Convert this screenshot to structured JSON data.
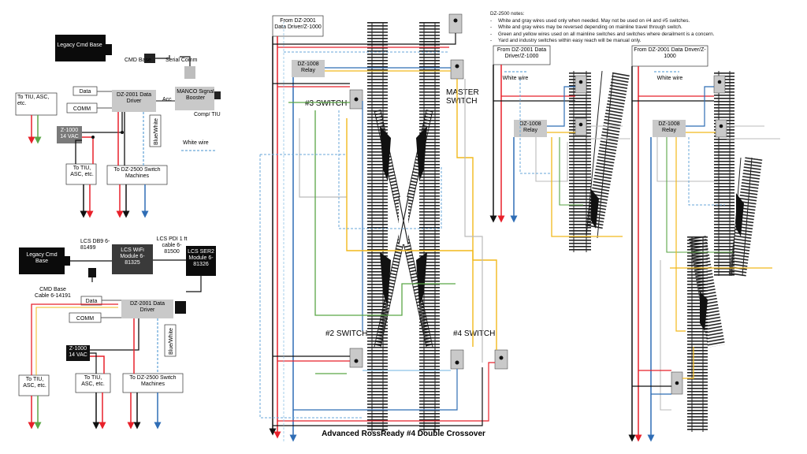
{
  "diagram": {
    "title": "Advanced RossReady #4 Double Crossover",
    "colors": {
      "red": "#e8202a",
      "black": "#111111",
      "blue": "#2f6db5",
      "green": "#5aa646",
      "yellow": "#f2b91c",
      "gray": "#b8b8b8",
      "white_dash": "#6aa7d8",
      "ltblue": "#8ec3e6"
    },
    "top_left": {
      "legacy_base": "Legacy Cmd Base",
      "cmd_base": "CMD Base",
      "serial_comm": "Serial Comm",
      "data": "Data",
      "comm": "COMM",
      "tiu_asc": "To TIU, ASC, etc.",
      "driver": "DZ-2001 Data Driver",
      "acc": "Acc",
      "booster": "MANCO Signal Booster",
      "comp_tiu": "Comp/ TIU",
      "z1000": "Z-1000 14 VAC",
      "blue_white": "Blue/White",
      "white_wire": "White wire",
      "tiu_asc_2": "To TIU, ASC, etc.",
      "dz2500": "To DZ-2500 Switch Machines"
    },
    "bottom_left": {
      "legacy_base": "Legacy Cmd Base",
      "lcs_db9": "LCS DB9 6-81499",
      "lcs_pdi": "LCS PDI 1 ft cable 6-81500",
      "wifi": "LCS WiFi Module 6-81325",
      "ser2": "LCS SER2 Module 6-81326",
      "cmd_base_cable": "CMD Base Cable 6-14191",
      "data": "Data",
      "comm": "COMM",
      "driver": "DZ-2001 Data Driver",
      "blue_white": "Blue/White",
      "z1000": "Z-1000 14 VAC",
      "tiu_asc": "To TIU, ASC, etc.",
      "tiu_asc_2": "To TIU, ASC, etc.",
      "dz2500": "To DZ-2500 Switch Machines"
    },
    "center": {
      "from": "From DZ-2001 Data Driver/Z-1000",
      "relay": "DZ-1008 Relay",
      "switch3": "#3 SWITCH",
      "master": "MASTER SWITCH",
      "switch2": "#2 SWITCH",
      "switch4": "#4 SWITCH"
    },
    "right1": {
      "from": "From DZ-2001 Data Driver/Z-1000",
      "white_wire": "White wire",
      "relay": "DZ-1008 Relay"
    },
    "right2": {
      "from": "From DZ-2001 Data Driver/Z-1000",
      "white_wire": "White wire",
      "relay": "DZ-1008 Relay"
    },
    "notes": {
      "heading": "DZ-2500 notes:",
      "items": [
        "White and gray wires used only when needed.  May not be used on #4 and #5 switches.",
        "White and gray wires may be reversed depending on mainline travel through switch.",
        "Green and yellow wires used on all mainline switches and switches where derailment is a concern.",
        "Yard and industry switches within easy reach will be manual only."
      ]
    }
  }
}
